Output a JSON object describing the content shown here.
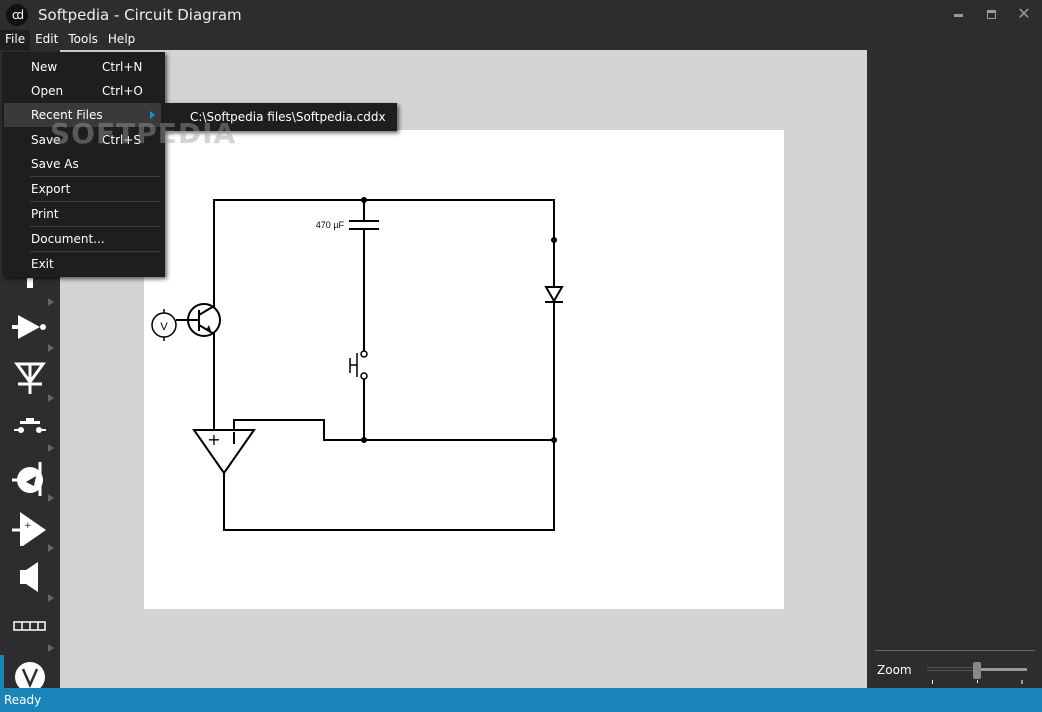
{
  "window": {
    "title": "Softpedia - Circuit Diagram",
    "logo": "cd",
    "controls": [
      "minimize",
      "maximize",
      "close"
    ]
  },
  "menubar": [
    {
      "label": "File"
    },
    {
      "label": "Edit"
    },
    {
      "label": "Tools"
    },
    {
      "label": "Help"
    }
  ],
  "file_menu": [
    {
      "label": "New",
      "shortcut": "Ctrl+N"
    },
    {
      "label": "Open",
      "shortcut": "Ctrl+O"
    },
    {
      "label": "Recent Files",
      "shortcut": ""
    },
    {
      "label": "Save",
      "shortcut": "Ctrl+S"
    },
    {
      "label": "Save As",
      "shortcut": ""
    },
    {
      "label": "Export",
      "shortcut": ""
    },
    {
      "label": "Print",
      "shortcut": ""
    },
    {
      "label": "Document...",
      "shortcut": ""
    },
    {
      "label": "Exit",
      "shortcut": ""
    }
  ],
  "recent_files": [
    "C:\\Softpedia files\\Softpedia.cddx"
  ],
  "watermark": "SOFTPEDIA",
  "toolbox": [
    "wire-icon",
    "not-gate-icon",
    "led-icon",
    "push-switch-icon",
    "transistor-icon",
    "opamp-icon",
    "speaker-icon",
    "segment-display-icon",
    "voltmeter-icon"
  ],
  "circuit": {
    "capacitor_label": "470 µF",
    "voltmeter_label": "V",
    "opamp_plus": "+"
  },
  "zoom": {
    "label": "Zoom",
    "value": 0.5
  },
  "status": "Ready",
  "colors": {
    "accent": "#1884b8",
    "background": "#2d2d30",
    "canvas": "#d4d4d4"
  }
}
